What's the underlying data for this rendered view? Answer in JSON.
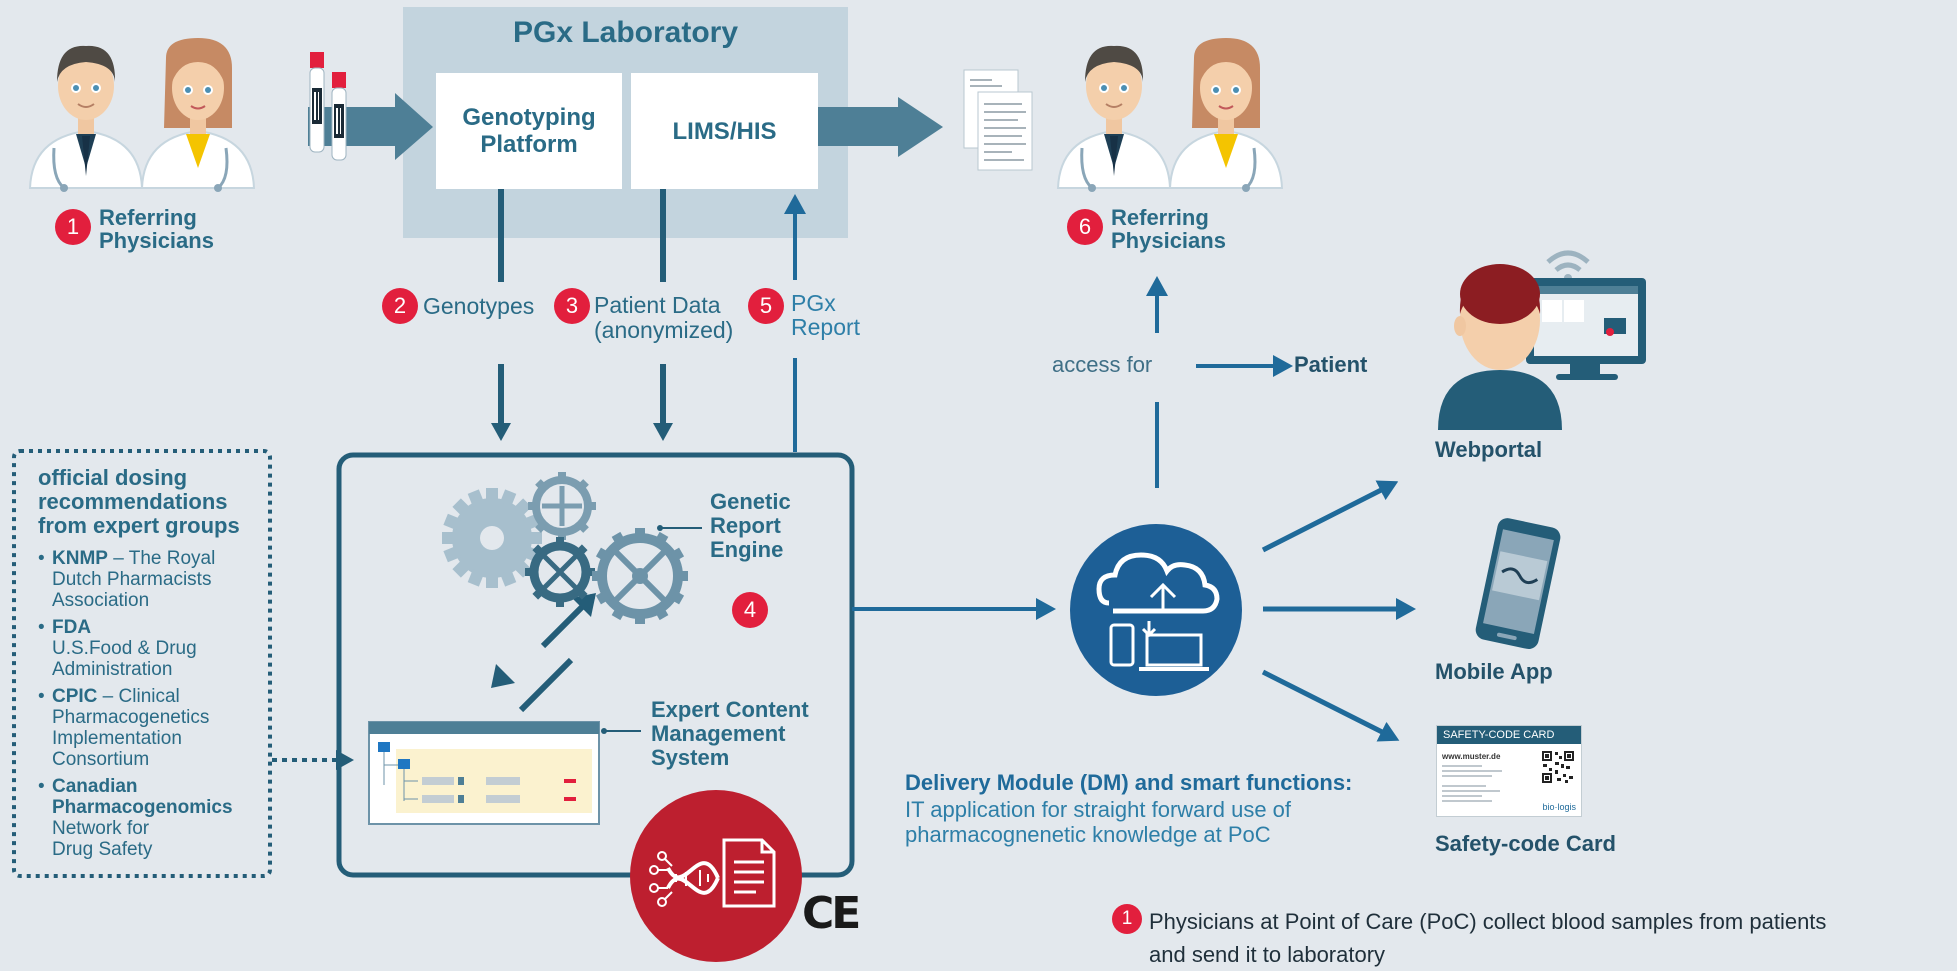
{
  "lab": {
    "title": "PGx Laboratory",
    "genotyping": "Genotyping\nPlatform",
    "lims": "LIMS/HIS"
  },
  "steps": {
    "s1": {
      "num": "1",
      "label": "Referring\nPhysicians"
    },
    "s2": {
      "num": "2",
      "label": "Genotypes"
    },
    "s3": {
      "num": "3",
      "label": "Patient Data\n(anonymized)"
    },
    "s4": {
      "num": "4"
    },
    "s5": {
      "num": "5",
      "label": "PGx\nReport"
    },
    "s6": {
      "num": "6",
      "label": "Referring\nPhysicians"
    }
  },
  "engine": {
    "genetic_report": "Genetic\nReport\nEngine",
    "expert_cms": "Expert Content\nManagement\nSystem"
  },
  "guidelines": {
    "heading": "official dosing\nrecommendations\nfrom expert groups",
    "items": [
      {
        "bold": "KNMP",
        "text": " – The Royal\nDutch Pharmacists\nAssociation"
      },
      {
        "bold": "FDA",
        "text": "\nU.S.Food & Drug\nAdministration"
      },
      {
        "bold": "CPIC",
        "text": " – Clinical\nPharmacogenetics\nImplementation\nConsortium"
      },
      {
        "bold": "Canadian\nPharmacogenomics",
        "text": "\nNetwork for\nDrug Safety"
      }
    ]
  },
  "access": {
    "access_for": "access for",
    "patient": "Patient"
  },
  "delivery": {
    "title": "Delivery Module (DM) and smart functions:",
    "desc": "IT application for straight forward use of\npharmacognenetic knowledge at PoC"
  },
  "outputs": {
    "webportal": "Webportal",
    "mobile": "Mobile App",
    "card": "Safety-code Card",
    "card_title": "SAFETY-CODE CARD",
    "card_url": "www.muster.de",
    "card_brand": "bio·logis"
  },
  "ce_mark": "CE",
  "footnote": {
    "num": "1",
    "text": "Physicians at Point of Care (PoC) collect blood samples from patients\nand send it to laboratory"
  },
  "colors": {
    "accent_red": "#e21f3d",
    "dark_teal": "#2a6b86",
    "arrow_blue": "#1f6a9a",
    "lab_bg": "#c3d4de",
    "cloud_circle": "#1d5f96"
  }
}
